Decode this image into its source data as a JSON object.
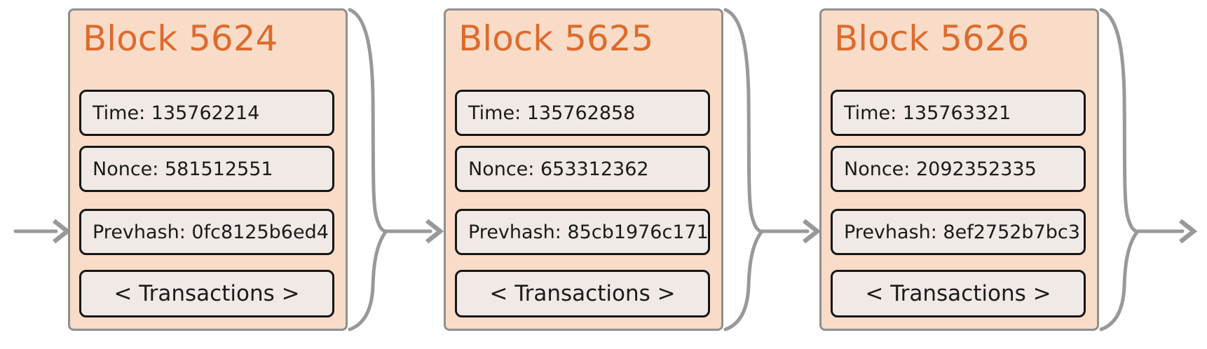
{
  "theme": {
    "accent_orange": "#DD6B2D",
    "block_fill": "#F8DCC8",
    "block_border": "#8F8F8F",
    "field_fill": "#F0E9E5",
    "field_border": "#161616",
    "text_color": "#1B1B1B",
    "arrow_color": "#999999",
    "background": "#FFFFFF"
  },
  "blocks": [
    {
      "title": "Block 5624",
      "time": "Time: 135762214",
      "nonce": "Nonce: 581512551",
      "prevhash": "Prevhash: 0fc8125b6ed4",
      "transactions": "< Transactions >"
    },
    {
      "title": "Block 5625",
      "time": "Time: 135762858",
      "nonce": "Nonce: 653312362",
      "prevhash": "Prevhash: 85cb1976c171",
      "transactions": "< Transactions >"
    },
    {
      "title": "Block 5626",
      "time": "Time: 135763321",
      "nonce": "Nonce: 2092352335",
      "prevhash": "Prevhash: 8ef2752b7bc3",
      "transactions": "< Transactions >"
    }
  ]
}
